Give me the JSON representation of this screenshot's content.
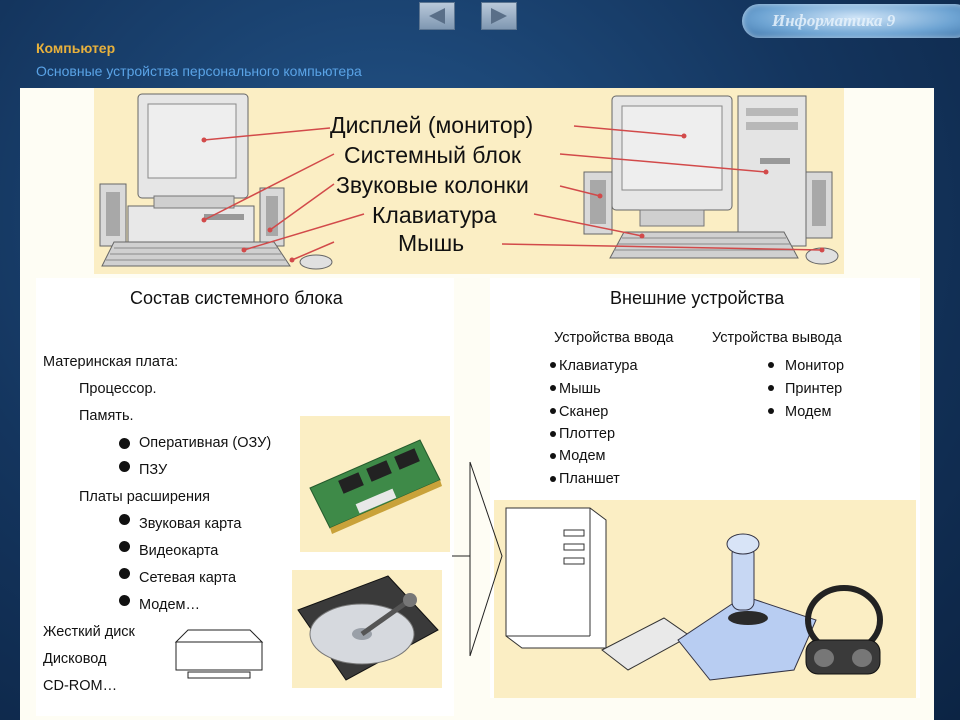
{
  "nav": {
    "prev_icon": "triangle-left-icon",
    "next_icon": "triangle-right-icon"
  },
  "logo": {
    "text": "Информатика 9"
  },
  "header": {
    "title": "Компьютер",
    "subtitle": "Основные устройства персонального компьютера"
  },
  "banner": {
    "labels": [
      "Дисплей (монитор)",
      "Системный блок",
      "Звуковые колонки",
      "Клавиатура",
      "Мышь"
    ]
  },
  "system_unit": {
    "heading": "Состав системного блока",
    "motherboard": "Материнская плата:",
    "cpu": "Процессор.",
    "memory": "Память.",
    "memory_items": [
      "Оперативная (ОЗУ)",
      "ПЗУ"
    ],
    "expansion": "Платы расширения",
    "expansion_items": [
      "Звуковая карта",
      "Видеокарта",
      "Сетевая карта",
      "Модем…"
    ],
    "hdd": "Жесткий диск",
    "fdd": "Дисковод",
    "cdrom": "CD-ROM…"
  },
  "external": {
    "heading": "Внешние устройства",
    "input_heading": "Устройства ввода",
    "output_heading": "Устройства вывода",
    "input_items": [
      "Клавиатура",
      "Мышь",
      "Сканер",
      "Плоттер",
      "Модем",
      "Планшет"
    ],
    "output_items": [
      "Монитор",
      "Принтер",
      "Модем"
    ]
  }
}
